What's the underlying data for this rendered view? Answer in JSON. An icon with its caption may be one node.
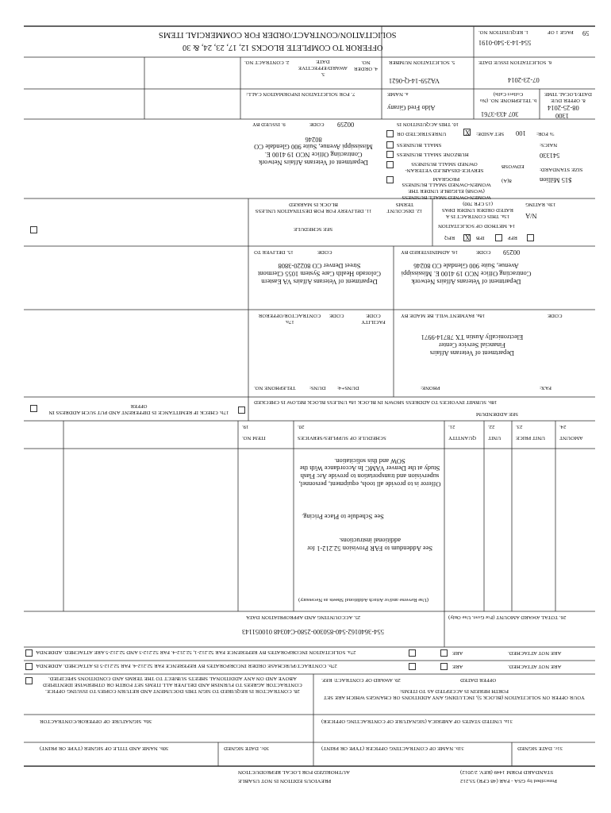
{
  "diagram": {
    "title": "SOLICITATION/CONTRACT/ORDER FOR COMMERCIAL ITEMS",
    "labels": [
      "1. REQUISITION NO.",
      "554-14-3-540-0191",
      "PAGE 1 OF",
      "59",
      "OFFEROR TO COMPLETE BLOCKS 12, 17, 23, 24, & 30",
      "2. CONTRACT NO.",
      "3. AWARD/EFFECTIVE DATE",
      "4. ORDER NO.",
      "5. SOLICITATION NUMBER",
      "VA259-14-Q-0621",
      "6. SOLICITATION ISSUE DATE",
      "07-23-2014",
      "7. FOR SOLICITATION INFORMATION CALL:",
      "a. NAME",
      "Aldo Fred Girany",
      "b. TELEPHONE NO. (No Collect Calls)",
      "307 433-3761",
      "8. OFFER DUE DATE/LOCAL TIME",
      "08-25-2014",
      "1300",
      "9. ISSUED BY",
      "CODE",
      "00259",
      "10. THIS ACQUISITION IS",
      "UNRESTRICTED OR",
      "X",
      "SET ASIDE:",
      "100",
      "% FOR:",
      "Department of Veterans Affairs Network Contracting Office NCO 19 4100 E. Mississippi Avenue, Suite 900 Glendale CO 80246",
      "SMALL BUSINESS",
      "HUBZONE SMALL BUSINESS",
      "SERVICE-DISABLED VETERAN-OWNED SMALL BUSINESS",
      "WOMEN-OWNED SMALL BUSINESS (WOSB) ELIGIBLE UNDER THE WOMEN-OWNED SMALL BUSINESS PROGRAM",
      "EDWOSB",
      "8(A)",
      "NAICS:",
      "541330",
      "SIZE STANDARD:",
      "$15 Million",
      "11. DELIVERY FOR FOB DESTINATION UNLESS BLOCK IS MARKED",
      "SEE SCHEDULE",
      "12. DISCOUNT TERMS",
      "13a. THIS CONTRACT IS A RATED ORDER UNDER DPAS (15 CFR 700)",
      "13b. RATING",
      "N/A",
      "14. METHOD OF SOLICITATION",
      "RFQ",
      "X",
      "IFB",
      "RFP",
      "15. DELIVER TO",
      "CODE",
      "Department of Veterans Affairs VA Eastern Colorado Health Care System 1055 Clermont Street Denver CO 80220-3808",
      "16. ADMINISTERED BY",
      "CODE",
      "00259",
      "Department of Veterans Affairs Network Contracting Office NCO 19 4100 E. Mississippi Avenue, Suite 900 Glendale CO 80246",
      "17a. CONTRACTOR/OFFEROR",
      "CODE",
      "FACILITY CODE",
      "TELEPHONE NO.",
      "DUNS:",
      "DUNS+4:",
      "18a. PAYMENT WILL BE MADE BY",
      "CODE",
      "Department of Veterans Affairs Financial Service Center Electronically Austin TX 78714-9971",
      "PHONE:",
      "FAX:",
      "17b. CHECK IF REMITTANCE IS DIFFERENT AND PUT SUCH ADDRESS IN OFFER",
      "18b. SUBMIT INVOICES TO ADDRESS SHOWN IN BLOCK 18a UNLESS BLOCK BELOW IS CHECKED",
      "SEE ADDENDUM",
      "19.",
      "ITEM NO.",
      "20.",
      "SCHEDULE OF SUPPLIES/SERVICES",
      "21.",
      "QUANTITY",
      "22.",
      "UNIT",
      "23.",
      "UNIT PRICE",
      "24.",
      "AMOUNT",
      "Offeror is to provide all tools, equipment, personnel, supervision and transportation to provide Arc Flash Study at the Denver VAMC In Accordance With the SOW and this solicitation.",
      "See Schedule to Place Pricing.",
      "See Addendum to FAR Provision 52.212-1 for additional instructions.",
      "(Use Reverse and/or Attach Additional Sheets as Necessary)",
      "25. ACCOUNTING AND APPROPRIATION DATA",
      "554-3640162-540-850300-2580-C40348 010051143",
      "26. TOTAL AWARD AMOUNT (For Govt. Use Only)",
      "27a. SOLICITATION INCORPORATES BY REFERENCE FAR 52.212-1, 52.212-4. FAR 52.212-3 AND 52.212-5 ARE ATTACHED. ADDENDA",
      "ARE",
      "ARE NOT ATTACHED.",
      "27b. CONTRACT/PURCHASE ORDER INCORPORATES BY REFERENCE FAR 52.212-4. FAR 52.212-5 IS ATTACHED. ADDENDA",
      "ARE",
      "ARE NOT ATTACHED.",
      "28. CONTRACTOR IS REQUIRED TO SIGN THIS DOCUMENT AND RETURN COPIES TO ISSUING OFFICE. CONTRACTOR AGREES TO FURNISH AND DELIVER ALL ITEMS SET FORTH OR OTHERWISE IDENTIFIED ABOVE AND ON ANY ADDITIONAL SHEETS SUBJECT TO THE TERMS AND CONDITIONS SPECIFIED.",
      "29. AWARD OF CONTRACT: REF.",
      "OFFER DATED",
      "YOUR OFFER ON SOLICITATION (BLOCK 5), INCLUDING ANY ADDITIONS OR CHANGES WHICH ARE SET FORTH HEREIN IS ACCEPTED AS TO ITEMS:",
      "30a. SIGNATURE OF OFFEROR/CONTRACTOR",
      "31a. UNITED STATES OF AMERICA (SIGNATURE OF CONTRACTING OFFICER)",
      "30b. NAME AND TITLE OF SIGNER (TYPE OR PRINT)",
      "30c. DATE SIGNED",
      "31b. NAME OF CONTRACTING OFFICER (TYPE OR PRINT)",
      "31c. DATE SIGNED",
      "AUTHORIZED FOR LOCAL REPRODUCTION",
      "PREVIOUS EDITION IS NOT USABLE",
      "STANDARD FORM 1449 (REV. 2/2012)",
      "Prescribed by GSA - FAR (48 CFR) 53.212"
    ]
  }
}
